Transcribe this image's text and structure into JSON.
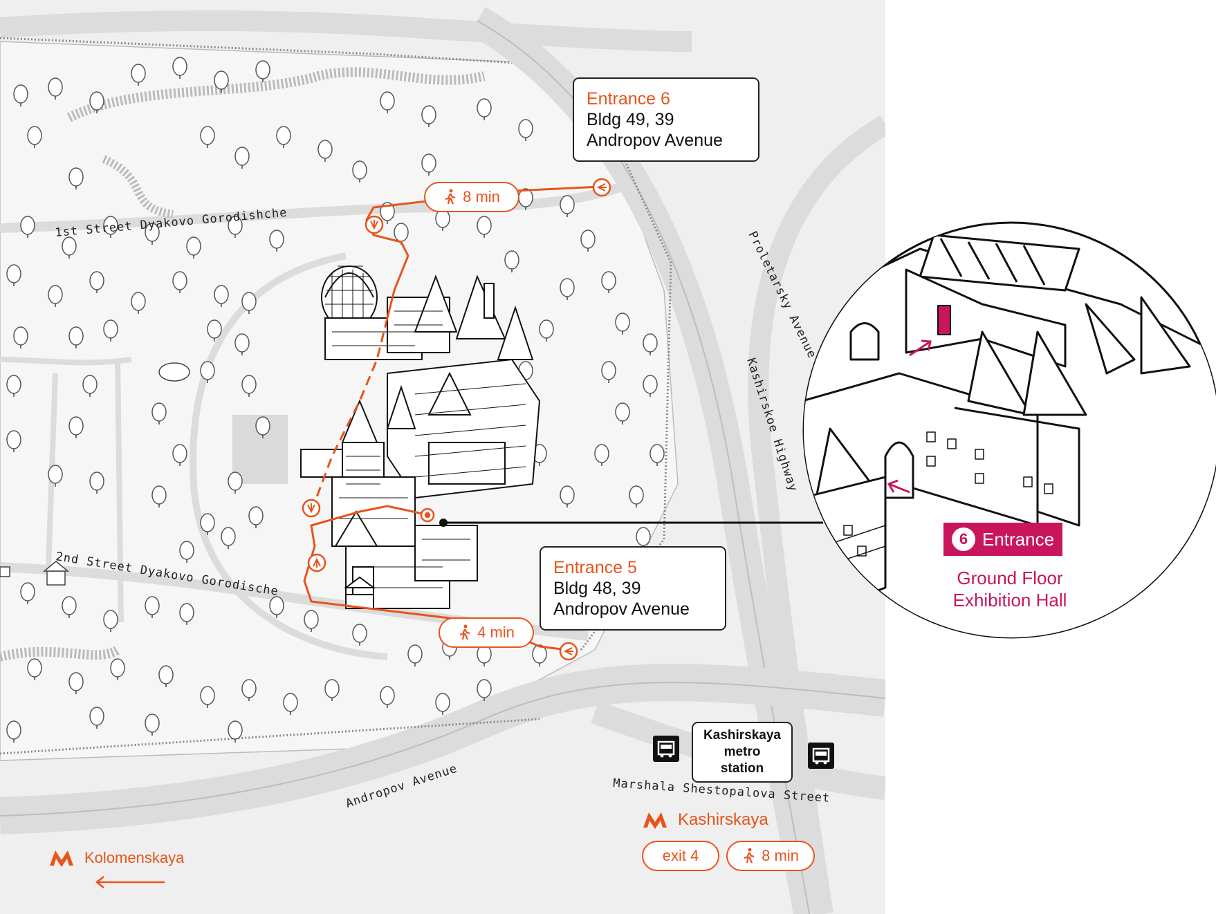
{
  "streets": {
    "first_street": "1st Street Dyakovo Gorodishche",
    "second_street": "2nd Street Dyakovo Gorodische",
    "proletarsky": "Proletarsky Avenue",
    "kashirskoe": "Kashirskoe Highway",
    "andropov": "Andropov Avenue",
    "marshala": "Marshala Shestopalova Street"
  },
  "entrance6": {
    "title": "Entrance 6",
    "line1": "Bldg 49, 39",
    "line2": "Andropov Avenue",
    "walk": "8 min"
  },
  "entrance5": {
    "title": "Entrance 5",
    "line1": "Bldg 48, 39",
    "line2": "Andropov Avenue",
    "walk": "4 min"
  },
  "bus_stop": {
    "line1": "Kashirskaya",
    "line2": "metro station",
    "icon": "bus-icon"
  },
  "metro_kashirskaya": {
    "name": "Kashirskaya",
    "exit": "exit 4",
    "walk": "8 min",
    "icon": "metro-icon"
  },
  "metro_kolomenskaya": {
    "name": "Kolomenskaya",
    "icon": "metro-icon"
  },
  "zoom": {
    "badge_number": "6",
    "badge_label": "Entrance",
    "line1": "Ground Floor",
    "line2": "Exhibition Hall"
  },
  "colors": {
    "route": "#e8531c",
    "highlight": "#c9155c",
    "road": "#d9d9d9",
    "ink": "#222222"
  }
}
